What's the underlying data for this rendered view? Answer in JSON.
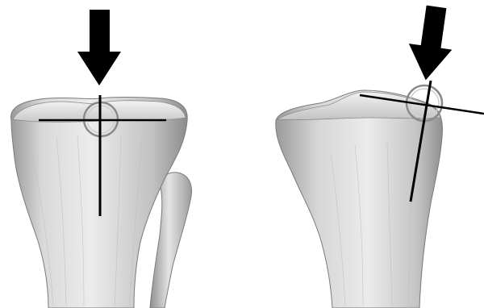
{
  "figure": {
    "panels": [
      {
        "view": "anterior",
        "bone": "tibia-with-fibula",
        "marker": "crosshair-with-circle",
        "arrow": "downward"
      },
      {
        "view": "lateral",
        "bone": "tibia",
        "marker": "tilted-crosshair-with-circle",
        "arrow": "downward"
      }
    ],
    "colors": {
      "bone_light": "#e6e6e6",
      "bone_mid": "#b5b5b5",
      "bone_dark": "#7d7d7d",
      "line": "#000000",
      "circle": "#8a8a8a",
      "background": "#ffffff"
    }
  }
}
